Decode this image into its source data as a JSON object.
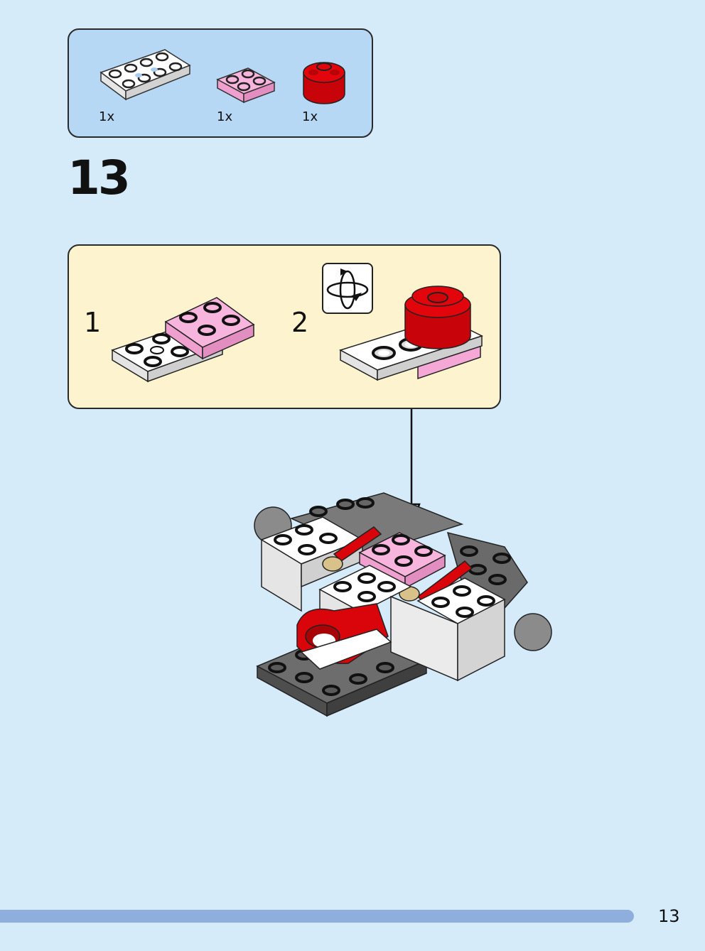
{
  "parts_list": {
    "items": [
      {
        "name": "white plate 2x4 with holes",
        "qty": "1x",
        "color": "#ffffff"
      },
      {
        "name": "pink plate 2x2",
        "qty": "1x",
        "color": "#f7b4dd"
      },
      {
        "name": "red round brick 2x2",
        "qty": "1x",
        "color": "#d9050a"
      }
    ]
  },
  "step": {
    "number": "13"
  },
  "sub_assembly": {
    "steps": [
      {
        "label": "1"
      },
      {
        "label": "2"
      }
    ],
    "rotate_icon": "rotate-model-icon"
  },
  "footer": {
    "page_number": "13"
  },
  "colors": {
    "background": "#d5ebfa",
    "parts_box": "#b6d8f5",
    "sub_box": "#fdf4cf",
    "progress": "#8eaede",
    "brick_red": "#d9050a",
    "brick_pink": "#f7b4dd",
    "brick_gray": "#5a5a5a"
  }
}
